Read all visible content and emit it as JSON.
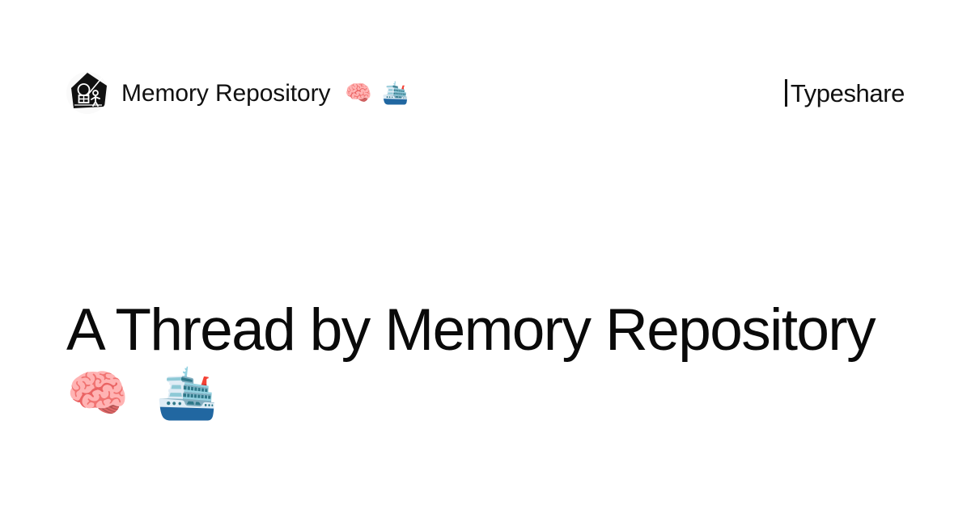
{
  "page": {
    "background_color": "#ffffff",
    "text_color": "#0a0a0a"
  },
  "header": {
    "avatar": {
      "icon": "astronaut-avatar-icon",
      "shape_color": "#111111",
      "background_color": "#fafafa"
    },
    "author_name": "Memory Repository",
    "author_emojis": "🧠 🛳️",
    "brand": {
      "separator": "|",
      "name": "Typeshare"
    }
  },
  "main": {
    "headline": "A Thread by Memory Repository",
    "headline_emojis": "🧠 🛳️"
  }
}
